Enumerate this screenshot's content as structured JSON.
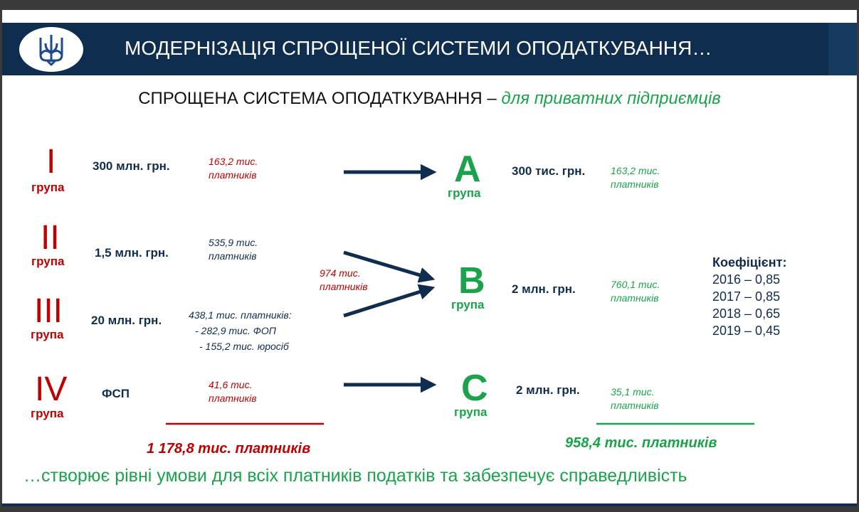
{
  "header": {
    "title": "МОДЕРНІЗАЦІЯ СПРОЩЕНОЇ СИСТЕМИ ОПОДАТКУВАННЯ…",
    "logo_icon": "trident-emblem-icon"
  },
  "subtitle": {
    "main": "СПРОЩЕНА СИСТЕМА ОПОДАТКУВАННЯ – ",
    "accent": "для приватних підприємців"
  },
  "old_groups": [
    {
      "roman": "I",
      "label": "група",
      "limit": "300 млн. грн.",
      "payers": [
        "163,2  тис.",
        "платників"
      ]
    },
    {
      "roman": "II",
      "label": "група",
      "limit": "1,5 млн. грн.",
      "payers": [
        "535,9  тис.",
        "платників"
      ]
    },
    {
      "roman": "III",
      "label": "група",
      "limit": "20 млн. грн.",
      "payers": [
        "438,1  тис. платників:",
        "- 282,9  тис.  ФОП",
        "- 155,2  тис. юросіб"
      ]
    },
    {
      "roman": "IV",
      "label": "група",
      "limit": "ФСП",
      "payers": [
        "41,6  тис.",
        "платників"
      ]
    }
  ],
  "merge_note": [
    "974  тис.",
    "платників"
  ],
  "new_groups": [
    {
      "letter": "A",
      "label": "група",
      "limit": "300 тис. грн.",
      "payers": [
        "163,2 тис.",
        "платників"
      ]
    },
    {
      "letter": "B",
      "label": "група",
      "limit": "2 млн. грн.",
      "payers": [
        "760,1 тис.",
        "платників"
      ]
    },
    {
      "letter": "C",
      "label": "група",
      "limit": "2 млн. грн.",
      "payers": [
        "35,1 тис.",
        "платників"
      ]
    }
  ],
  "coefficient": {
    "heading": "Коефіцієнт:",
    "rows": [
      "2016 – 0,85",
      "2017 – 0,85",
      "2018 – 0,65",
      "2019 – 0,45"
    ]
  },
  "totals": {
    "old": "1 178,8 тис. платників",
    "new": "958,4  тис. платників"
  },
  "bottom_text": "…створює рівні умови для всіх платників податків та забезпечує справедливість",
  "colors": {
    "navy": "#0f2d4e",
    "red": "#c00000",
    "green": "#1aa34a"
  }
}
